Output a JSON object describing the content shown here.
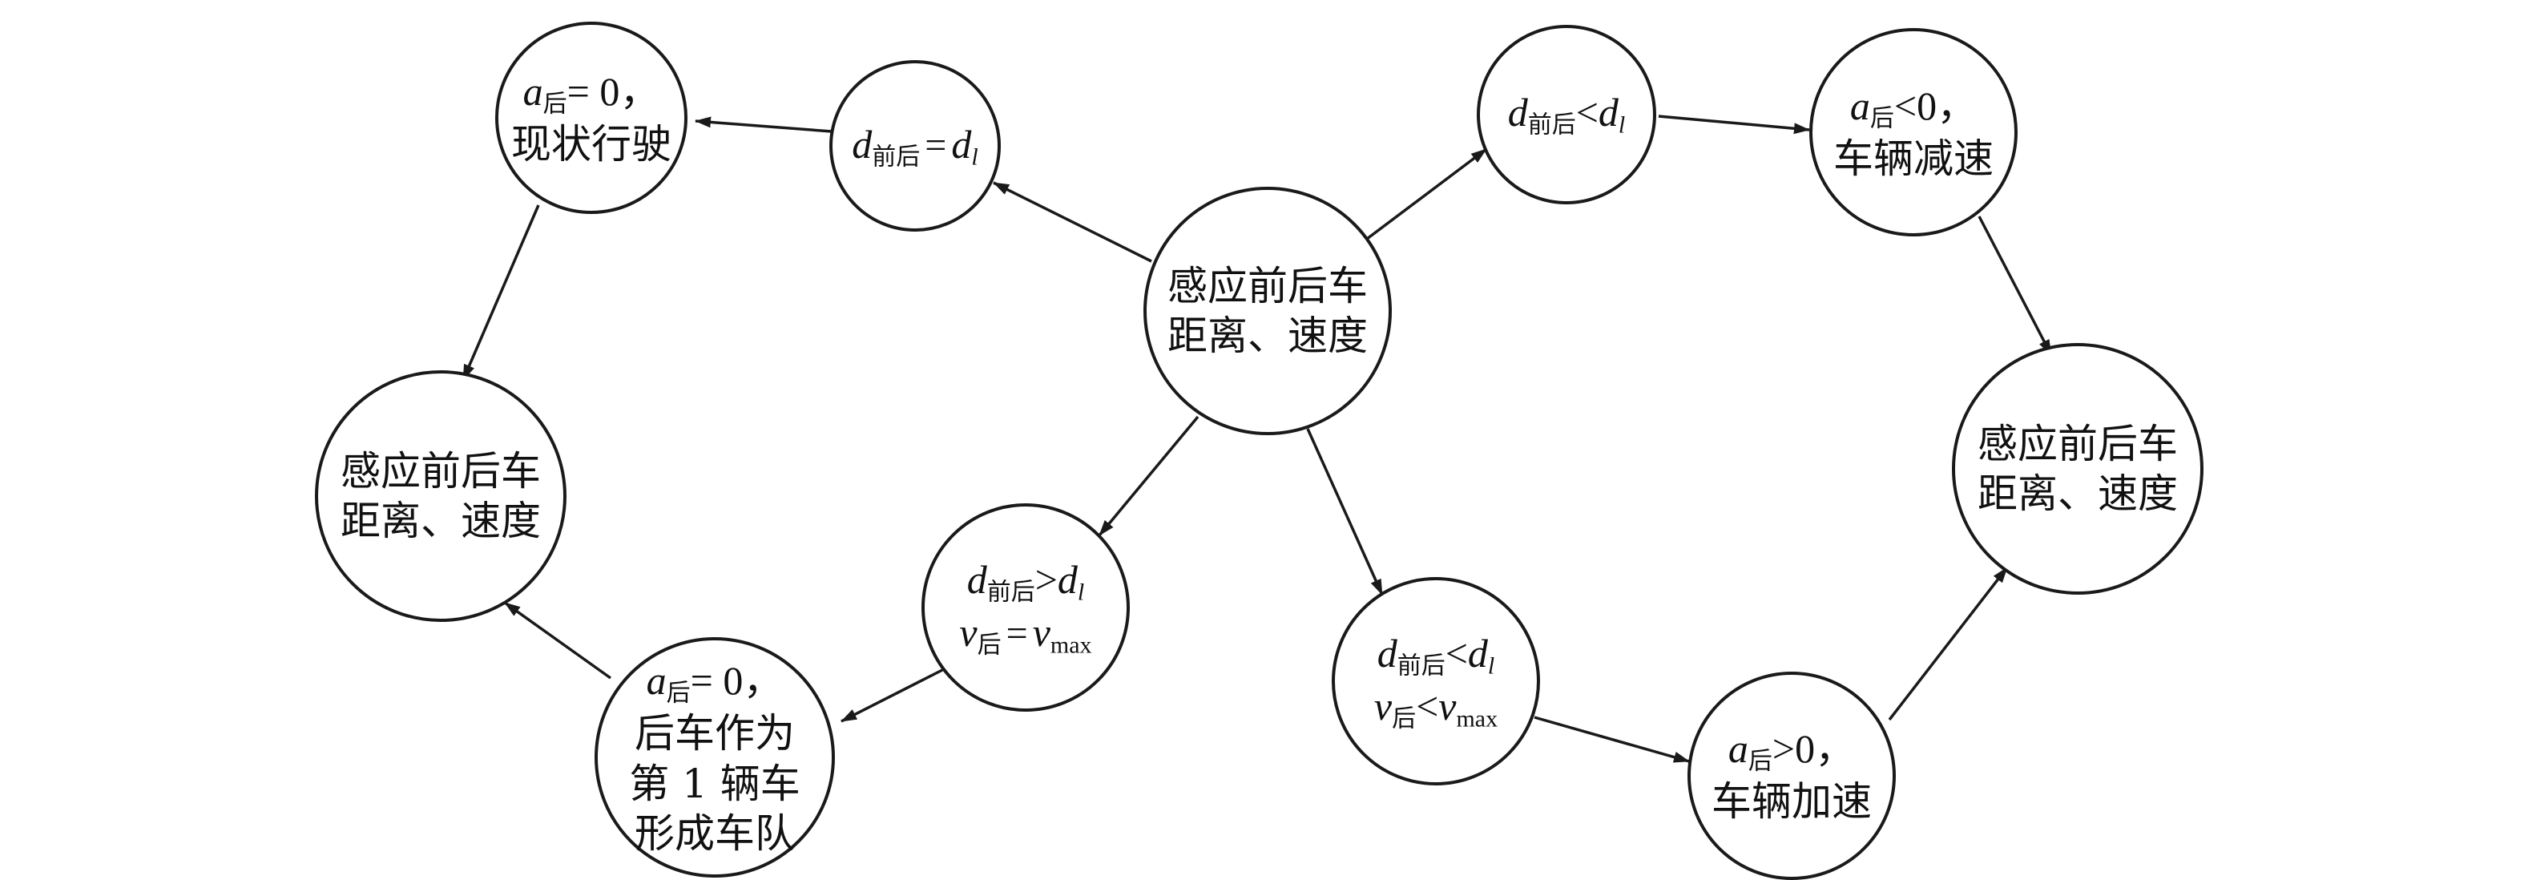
{
  "nodes": {
    "center": {
      "line1": "感应前后车",
      "line2": "距离、速度"
    },
    "left_sense": {
      "line1": "感应前后车",
      "line2": "距离、速度"
    },
    "right_sense": {
      "line1": "感应前后车",
      "line2": "距离、速度"
    },
    "eq_condition": {
      "d": "d",
      "sub_d": "前后",
      "op": "=",
      "dl": "d",
      "sub_l": "l"
    },
    "keep_driving": {
      "a": "a",
      "sub_a": "后",
      "eq": "= 0，",
      "text": "现状行驶"
    },
    "gt_condition": {
      "d": "d",
      "sub_d": "前后",
      "op": ">",
      "dl": "d",
      "sub_l": "l",
      "v": "v",
      "sub_v": "后",
      "op2": "=",
      "vmax": "v",
      "sub_max": "max"
    },
    "form_platoon": {
      "a": "a",
      "sub_a": "后",
      "eq": "= 0，",
      "line2": "后车作为",
      "line3": "第 1 辆车",
      "line4": "形成车队"
    },
    "lt_condition_top": {
      "d": "d",
      "sub_d": "前后",
      "op": "<",
      "dl": "d",
      "sub_l": "l"
    },
    "decelerate": {
      "a": "a",
      "sub_a": "后",
      "eq": "<0，",
      "text": "车辆减速"
    },
    "lt_condition_bottom": {
      "d": "d",
      "sub_d": "前后",
      "op": "<",
      "dl": "d",
      "sub_l": "l",
      "v": "v",
      "sub_v": "后",
      "op2": "<",
      "vmax": "v",
      "sub_max": "max"
    },
    "accelerate": {
      "a": "a",
      "sub_a": "后",
      "eq": ">0，",
      "text": "车辆加速"
    }
  }
}
